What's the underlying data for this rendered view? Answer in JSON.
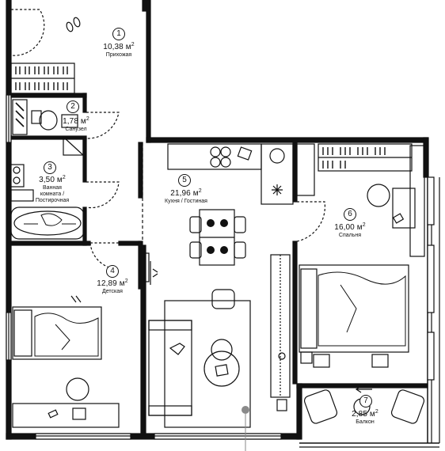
{
  "plan": {
    "rooms": [
      {
        "id": "1",
        "area": "10,38 м",
        "unit_sup": "2",
        "name": "Прихожая"
      },
      {
        "id": "2",
        "area": "1,78 м",
        "unit_sup": "2",
        "name": "Санузел"
      },
      {
        "id": "3",
        "area": "3,50 м",
        "unit_sup": "2",
        "name": "Ванная комната / Постирочная"
      },
      {
        "id": "4",
        "area": "12,89 м",
        "unit_sup": "2",
        "name": "Детская"
      },
      {
        "id": "5",
        "area": "21,96 м",
        "unit_sup": "2",
        "name": "Кухня / Гостиная"
      },
      {
        "id": "6",
        "area": "16,00 м",
        "unit_sup": "2",
        "name": "Спальня"
      },
      {
        "id": "7",
        "area": "2,85 м",
        "unit_sup": "2",
        "name": "Балкон"
      }
    ],
    "colors": {
      "wall": "#111111",
      "background": "#ffffff",
      "glazing": "#d9d9d9",
      "marker": "#8a8a8a"
    }
  }
}
